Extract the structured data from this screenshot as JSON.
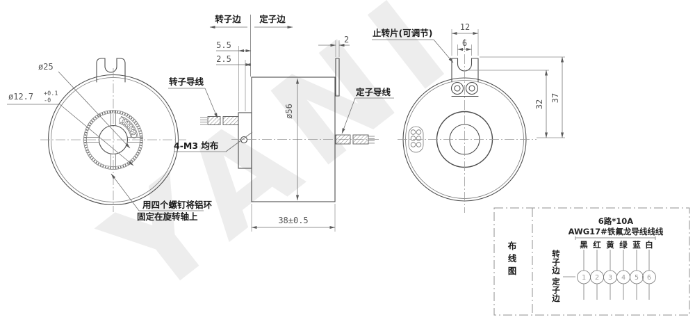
{
  "palette": {
    "background": "#ffffff",
    "outline": "#4d4d4d",
    "dimension": "#757575",
    "label_text": "#1a1a1a",
    "watermark": "#ededed",
    "terminal_text": "#9e9e9e"
  },
  "watermark": "YANI",
  "header": {
    "rotor_side": "转子边",
    "stator_side": "定子边"
  },
  "left_view": {
    "dia_outer_hub": "ø25",
    "dia_bore": "ø12.7",
    "dia_bore_tol_up": "+0.1",
    "dia_bore_tol_dn": "-0",
    "note_line1": "用四个螺钉将铝环",
    "note_line2": "固定在旋转轴上"
  },
  "section_view": {
    "dim_flange": "5.5",
    "dim_step": "2.5",
    "dim_plate_thickness": "2",
    "rotor_wire_label": "转子导线",
    "stator_wire_label": "定子导线",
    "dia_body": "ø56",
    "screw_note": "4-M3 均布",
    "dim_length": "38±0.5"
  },
  "right_view": {
    "stop_tab_note": "止转片(可调节)",
    "dim_tab_width": "12",
    "dim_slot_width": "6",
    "dim_slot_to_center": "32",
    "dim_tab_to_center": "37"
  },
  "wiring_table": {
    "name_vertical": [
      "布",
      "线",
      "图"
    ],
    "circuits": "6路*10A",
    "wire_spec": "AWG17#铁氟龙导线线线",
    "wire_colors": [
      "黑",
      "红",
      "黄",
      "绿",
      "蓝",
      "白"
    ],
    "rotor_vertical": [
      "转",
      "子",
      "边"
    ],
    "stator_vertical": [
      "定",
      "子",
      "边"
    ],
    "terminals": [
      "1",
      "2",
      "3",
      "4",
      "5",
      "6"
    ]
  }
}
